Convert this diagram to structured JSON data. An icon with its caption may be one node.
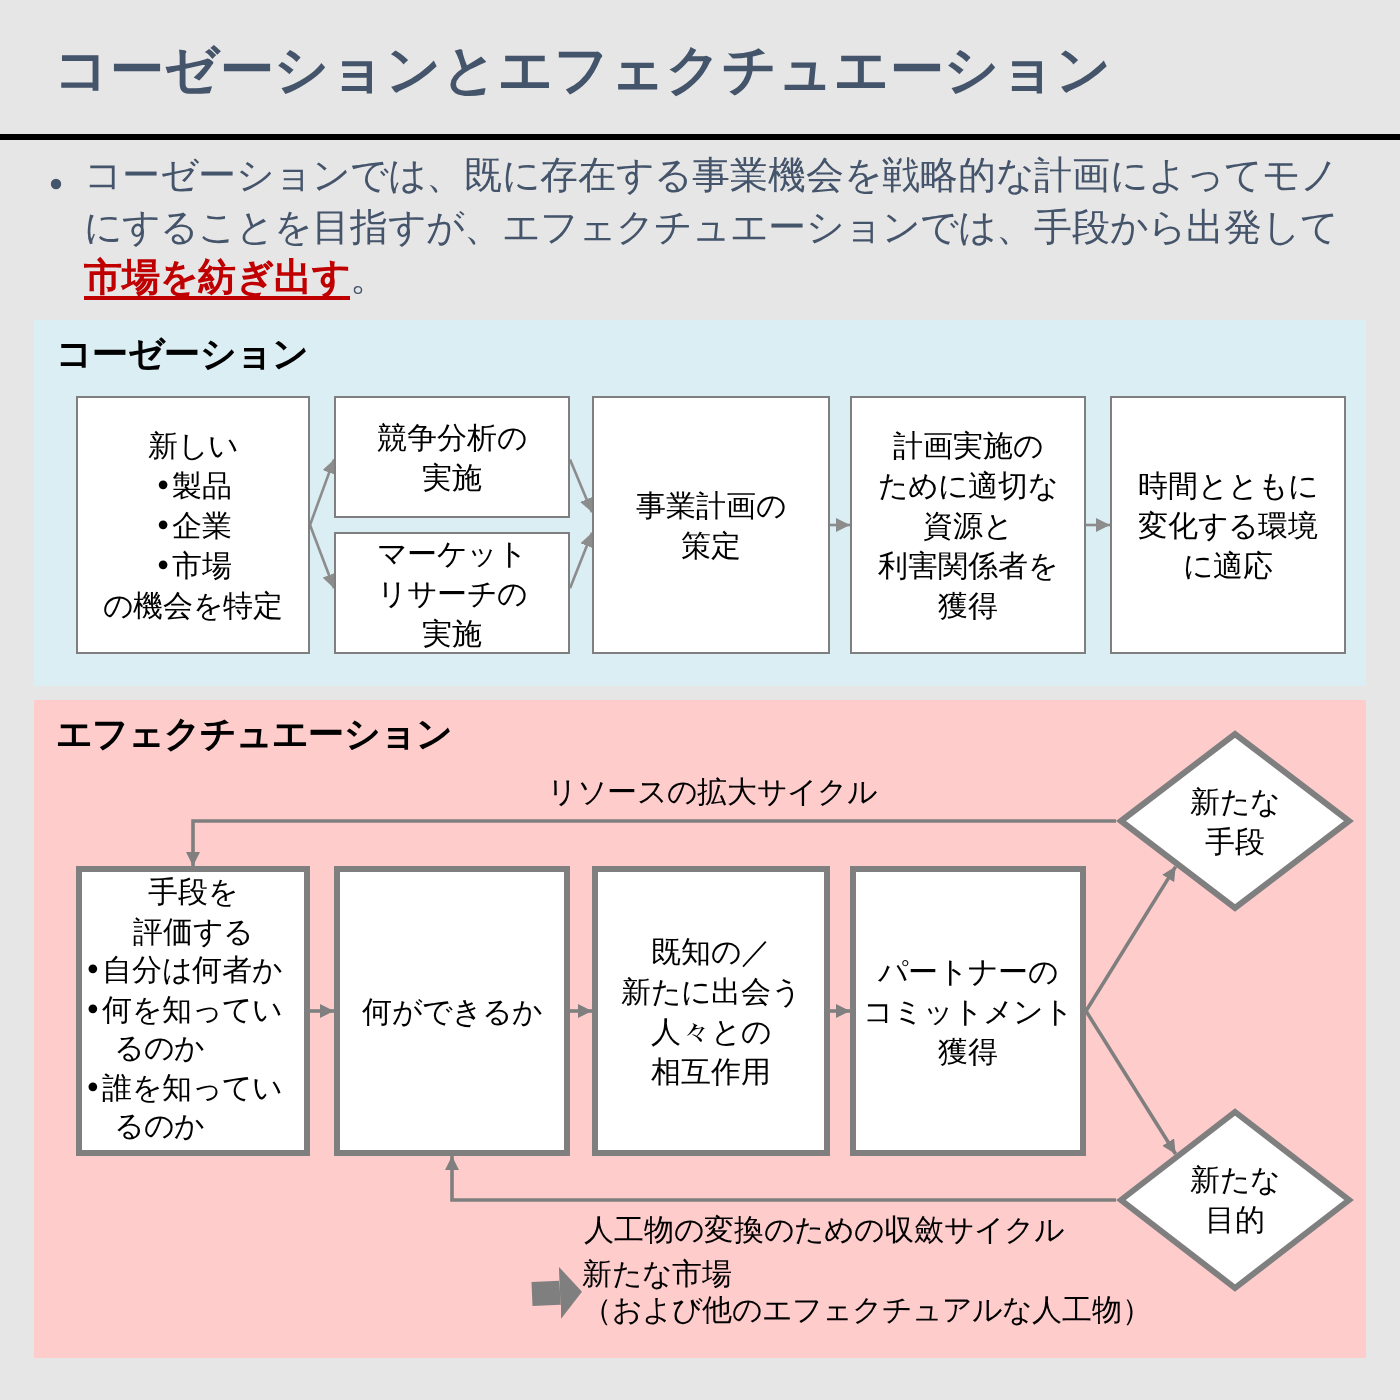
{
  "diagram": {
    "title": "コーゼーションとエフェクチュエーション",
    "nodes": [
      {
        "text": [
          "コーゼーション"
        ]
      },
      {
        "text": [
          "新しい",
          "•製品",
          "•企業",
          "•市場",
          "の機会を特定"
        ],
        "in": 0
      },
      {
        "text": [
          "競争分析の実施"
        ],
        "in": 0
      },
      {
        "text": [
          "マーケットリサーチの実施"
        ],
        "in": 0
      },
      {
        "text": [
          "事業計画の策定"
        ],
        "in": 0
      },
      {
        "text": [
          "計画実施のために適切な資源と利害関係者を獲得"
        ],
        "in": 0
      },
      {
        "text": [
          "時間とともに変化する環境に適応"
        ],
        "in": 0
      },
      {
        "text": [
          "エフェクチュエーション"
        ]
      },
      {
        "text": [
          "手段を評価する",
          "•自分は何者か",
          "•何を知っているのか",
          "•誰を知っているのか"
        ],
        "in": 7
      },
      {
        "text": [
          "何ができるか"
        ],
        "in": 7
      },
      {
        "text": [
          "既知の／新たに出会う人々との相互作用"
        ],
        "in": 7
      },
      {
        "text": [
          "パートナーのコミットメント獲得"
        ],
        "in": 7
      },
      {
        "text": [
          "新たな手段"
        ],
        "in": 7
      },
      {
        "text": [
          "新たな目的"
        ],
        "in": 7
      },
      {
        "text": [
          "新たな市場",
          "（および他のエフェクチュアルな人工物）"
        ],
        "in": 7
      }
    ],
    "edges": [
      {
        "from": 1,
        "to": 2,
        "arrow": "to"
      },
      {
        "from": 1,
        "to": 3,
        "arrow": "to"
      },
      {
        "from": 2,
        "to": 4,
        "arrow": "to"
      },
      {
        "from": 3,
        "to": 4,
        "arrow": "to"
      },
      {
        "from": 4,
        "to": 5,
        "arrow": "to"
      },
      {
        "from": 5,
        "to": 6,
        "arrow": "to"
      },
      {
        "from": 8,
        "to": 9,
        "arrow": "to"
      },
      {
        "from": 9,
        "to": 10,
        "arrow": "to"
      },
      {
        "from": 10,
        "to": 11,
        "arrow": "to"
      },
      {
        "from": 11,
        "to": 12,
        "arrow": "to"
      },
      {
        "from": 11,
        "to": 13,
        "arrow": "to"
      },
      {
        "from": 12,
        "to": 8,
        "arrow": "to",
        "label": "リソースの拡大サイクル"
      },
      {
        "from": 13,
        "to": 9,
        "arrow": "to",
        "label": "人工物の変換のための収斂サイクル"
      },
      {
        "from": null,
        "to": 14,
        "arrow": "to",
        "style": "thick"
      }
    ],
    "labels": [
      "コーゼーションでは、既に存在する事業機会を戦略的な計画によってモノにすることを目指すが、エフェクチュエーションでは、手段から出発して**市場を紡ぎ出す**。"
    ]
  }
}
